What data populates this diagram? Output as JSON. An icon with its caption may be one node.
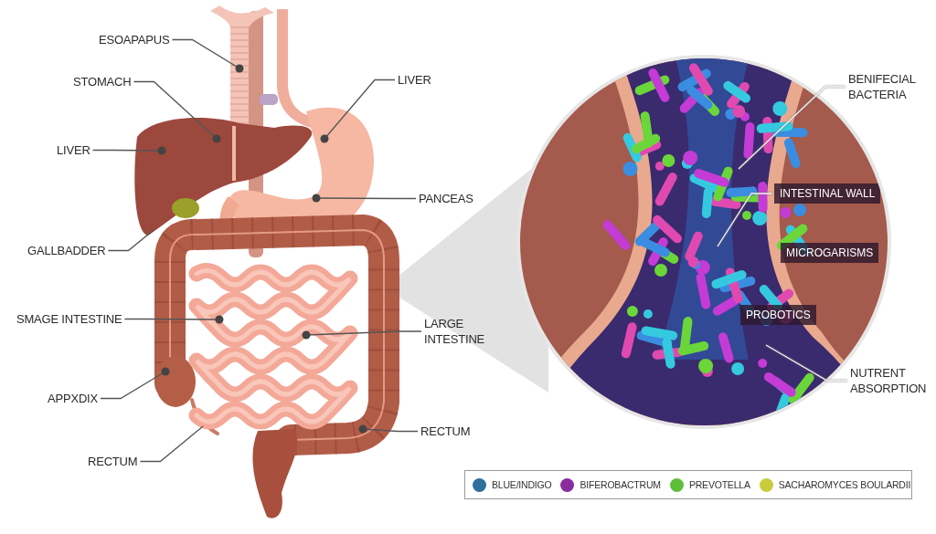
{
  "diagram": {
    "nodes": [
      {
        "text": [
          "ESOAPAPUS"
        ]
      },
      {
        "text": [
          "STOMACH"
        ]
      },
      {
        "text": [
          "LIVER"
        ]
      },
      {
        "text": [
          "LIVER"
        ]
      },
      {
        "text": [
          "PANCEAS"
        ]
      },
      {
        "text": [
          "GALLBADDER"
        ]
      },
      {
        "text": [
          "SMAGE INTESTINE"
        ]
      },
      {
        "text": [
          "LARGE INTESTINE"
        ]
      },
      {
        "text": [
          "APPXDIX"
        ]
      },
      {
        "text": [
          "RECTUM"
        ]
      },
      {
        "text": [
          "RECTUM"
        ]
      },
      {
        "text": [],
        "shape": "picture"
      },
      {
        "text": [
          "BENIFECIAL BACTERIA"
        ]
      },
      {
        "text": [
          "INTESTINAL WALL"
        ],
        "in": 11
      },
      {
        "text": [
          "MICROGARISMS"
        ],
        "in": 11
      },
      {
        "text": [
          "PROBOTICS"
        ],
        "in": 11
      },
      {
        "text": [
          "NUTRENT ABSORPTION"
        ]
      }
    ],
    "edges": [
      {
        "from": 0,
        "to": null,
        "arrow": "other"
      },
      {
        "from": 1,
        "to": null,
        "arrow": "other"
      },
      {
        "from": 2,
        "to": null,
        "arrow": "other"
      },
      {
        "from": 3,
        "to": null,
        "arrow": "other"
      },
      {
        "from": 4,
        "to": null,
        "arrow": "other"
      },
      {
        "from": 5,
        "to": null,
        "arrow": "none"
      },
      {
        "from": 6,
        "to": null,
        "arrow": "other"
      },
      {
        "from": 7,
        "to": null,
        "arrow": "other"
      },
      {
        "from": 8,
        "to": null,
        "arrow": "other"
      },
      {
        "from": 9,
        "to": null,
        "arrow": "other"
      },
      {
        "from": 10,
        "to": null,
        "arrow": "none"
      },
      {
        "from": 12,
        "to": null,
        "arrow": "none",
        "color": "#f2f2f2"
      },
      {
        "from": 13,
        "to": null,
        "arrow": "none",
        "color": "#f2f2f2"
      },
      {
        "from": 16,
        "to": null,
        "arrow": "none",
        "color": "#f2f2f2"
      }
    ],
    "legend": [
      {
        "text": "BLUE/INDIGO",
        "color": "#2e6f9e"
      },
      {
        "text": "BIFEROBACTRUM",
        "color": "#8a2c9c"
      },
      {
        "text": "PREVOTELLA",
        "color": "#5cbf3a"
      },
      {
        "text": "SACHAROMYCES BOULARDII",
        "color": "#c8cc3c"
      }
    ]
  }
}
